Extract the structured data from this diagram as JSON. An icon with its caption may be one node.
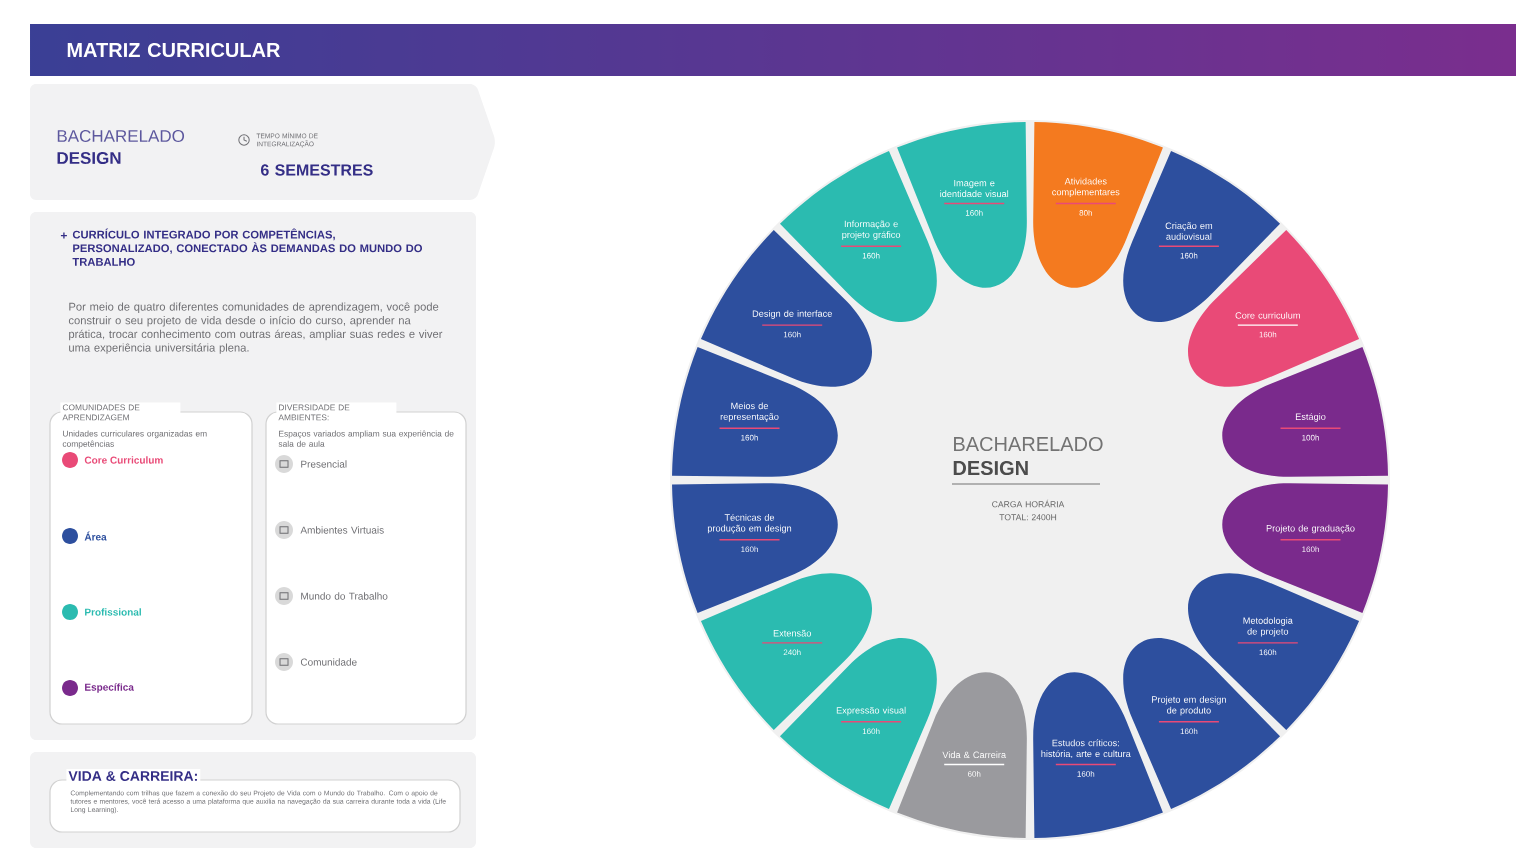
{
  "diagram": {
    "title": "MATRIZ CURRICULAR",
    "nodes": [
      {
        "text": [
          "BACHARELADO",
          "DESIGN",
          "TEMPO MÍNIMO DE INTEGRALIZAÇÃO",
          "6 SEMESTRES"
        ]
      },
      {
        "text": [
          "CURRÍCULO INTEGRADO POR COMPETÊNCIAS, PERSONALIZADO, CONECTADO ÀS DEMANDAS DO MUNDO DO TRABALHO",
          "Por meio de quatro diferentes comunidades de aprendizagem, você pode construir o seu projeto de vida desde o início do curso, aprender na prática, trocar conhecimento com outras áreas, ampliar suas redes e viver uma experiência universitária plena."
        ]
      },
      {
        "text": [
          "COMUNIDADES DE APRENDIZAGEM",
          "Unidades curriculares organizadas em competências"
        ],
        "in": 1
      },
      {
        "text": [
          "DIVERSIDADE DE AMBIENTES:",
          "Espaços variados ampliam sua experiência de sala de aula"
        ],
        "in": 1
      },
      {
        "text": [
          "VIDA & CARREIRA:",
          "Complementando com trilhas que fazem a conexão do seu Projeto de Vida com o Mundo do Trabalho. Com o apoio de tutores e mentores, você terá acesso a uma plataforma que auxilia na navegação da sua carreira durante toda a vida (Life Long Learning)."
        ]
      },
      {
        "text": [
          "BACHARELADO",
          "DESIGN",
          "CARGA HORÁRIA TOTAL: 2400H"
        ]
      },
      {
        "text": [
          "Imagem e identidade visual",
          "160h"
        ],
        "in": 5
      },
      {
        "text": [
          "Atividades complementares",
          "80h"
        ],
        "in": 5
      },
      {
        "text": [
          "Criação em audiovisual",
          "160h"
        ],
        "in": 5
      },
      {
        "text": [
          "Core curriculum",
          "160h"
        ],
        "in": 5
      },
      {
        "text": [
          "Estágio",
          "100h"
        ],
        "in": 5
      },
      {
        "text": [
          "Projeto de graduação",
          "160h"
        ],
        "in": 5
      },
      {
        "text": [
          "Metodologia de projeto",
          "160h"
        ],
        "in": 5
      },
      {
        "text": [
          "Projeto em design de produto",
          "160h"
        ],
        "in": 5
      },
      {
        "text": [
          "Estudos críticos: história, arte e cultura",
          "160h"
        ],
        "in": 5
      },
      {
        "text": [
          "Vida & Carreira",
          "60h"
        ],
        "in": 5
      },
      {
        "text": [
          "Expressão visual",
          "160h"
        ],
        "in": 5
      },
      {
        "text": [
          "Extensão",
          "240h"
        ],
        "in": 5
      },
      {
        "text": [
          "Técnicas de produção em design",
          "160h"
        ],
        "in": 5
      },
      {
        "text": [
          "Meios de representação",
          "160h"
        ],
        "in": 5
      },
      {
        "text": [
          "Design de interface",
          "160h"
        ],
        "in": 5
      },
      {
        "text": [
          "Informação e projeto gráfico",
          "160h"
        ],
        "in": 5
      }
    ],
    "labels": [
      "+",
      "Presencial",
      "Ambientes Virtuais",
      "Mundo do Trabalho",
      "Comunidade"
    ],
    "legend": [
      {
        "text": "Core Curriculum",
        "color": "#e94a77"
      },
      {
        "text": "Área",
        "color": "#2d4f9e"
      },
      {
        "text": "Profissional",
        "color": "#2bbbb0"
      },
      {
        "text": "Específica",
        "color": "#7a2a8c"
      }
    ]
  }
}
